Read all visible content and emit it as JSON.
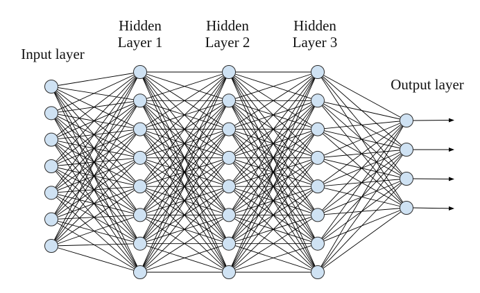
{
  "labels": {
    "input": "Input layer",
    "hidden1": {
      "line1": "Hidden",
      "line2": "Layer 1"
    },
    "hidden2": {
      "line1": "Hidden",
      "line2": "Layer 2"
    },
    "hidden3": {
      "line1": "Hidden",
      "line2": "Layer 3"
    },
    "output": "Output layer"
  },
  "network": {
    "layer_sizes": [
      7,
      8,
      8,
      8,
      4
    ],
    "fully_connected": true,
    "output_arrows": true
  },
  "colors": {
    "node_fill": "#cfe2f3",
    "node_stroke": "#2b2b2b",
    "edge": "#000000",
    "text": "#111111",
    "background": "#ffffff"
  }
}
